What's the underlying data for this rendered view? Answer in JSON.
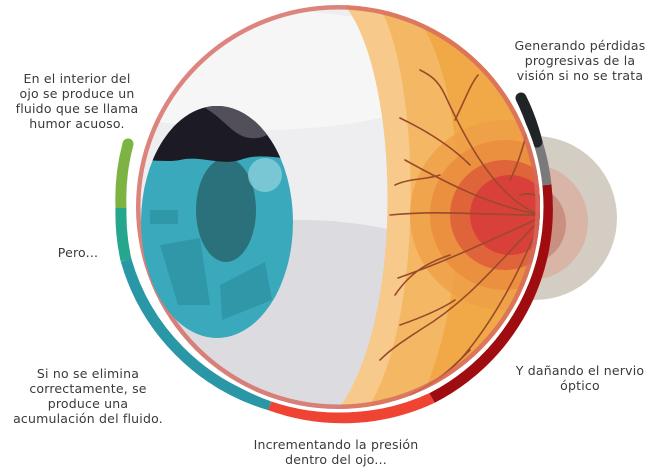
{
  "diagram": {
    "title": "Glaucoma process (eye cross-section)",
    "colors": {
      "sclera": "#eeeef0",
      "sclera_shadow": "#dcdce0",
      "iris": "#3aa9bc",
      "iris_dark": "#2b8b9a",
      "pupil": "#2a717c",
      "cornea_fluid_dark": "#1c1a24",
      "cornea_highlight": "#5a5560",
      "retina_light": "#f7c98a",
      "retina_mid": "#f0a946",
      "retina_rim": "#d7685f",
      "optic_disc": "#d9403a",
      "vessels": "#9a4a2a",
      "nerve_halo": "#d4cdc4",
      "arc_green": "#7cb342",
      "arc_teal_green": "#26a68c",
      "arc_teal": "#2a97a6",
      "arc_red": "#ef4433",
      "arc_dark_red": "#a00d10",
      "arc_black": "#1f2427"
    }
  },
  "labels": {
    "step1": [
      "En el interior del",
      "ojo se produce un",
      "fluido que se llama",
      "humor acuoso."
    ],
    "step2": [
      "Pero..."
    ],
    "step3": [
      "Si no se elimina",
      "correctamente, se",
      "produce una",
      "acumulación del fluido."
    ],
    "step4": [
      "Incrementando la presión",
      "dentro del ojo..."
    ],
    "step5": [
      "Y dañando el nervio",
      "óptico"
    ],
    "step6": [
      "Generando pérdidas",
      "progresivas de la",
      "visión si no se trata"
    ]
  }
}
